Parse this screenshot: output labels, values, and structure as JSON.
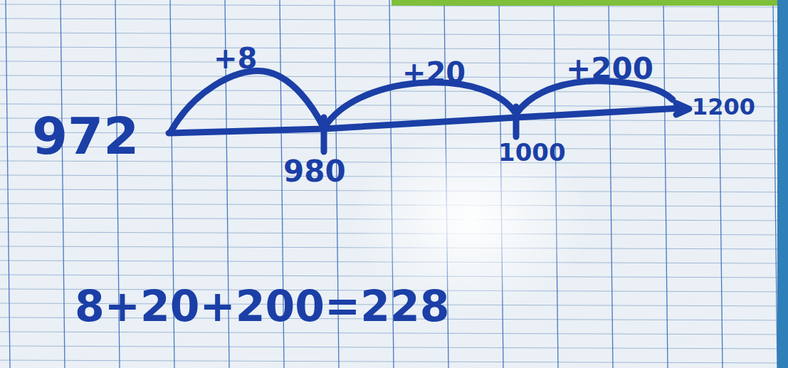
{
  "diagram": {
    "labels": [
      "+8",
      "+20",
      "+200",
      "972",
      "980",
      "1000",
      "1200",
      "8+20+200=228"
    ]
  }
}
